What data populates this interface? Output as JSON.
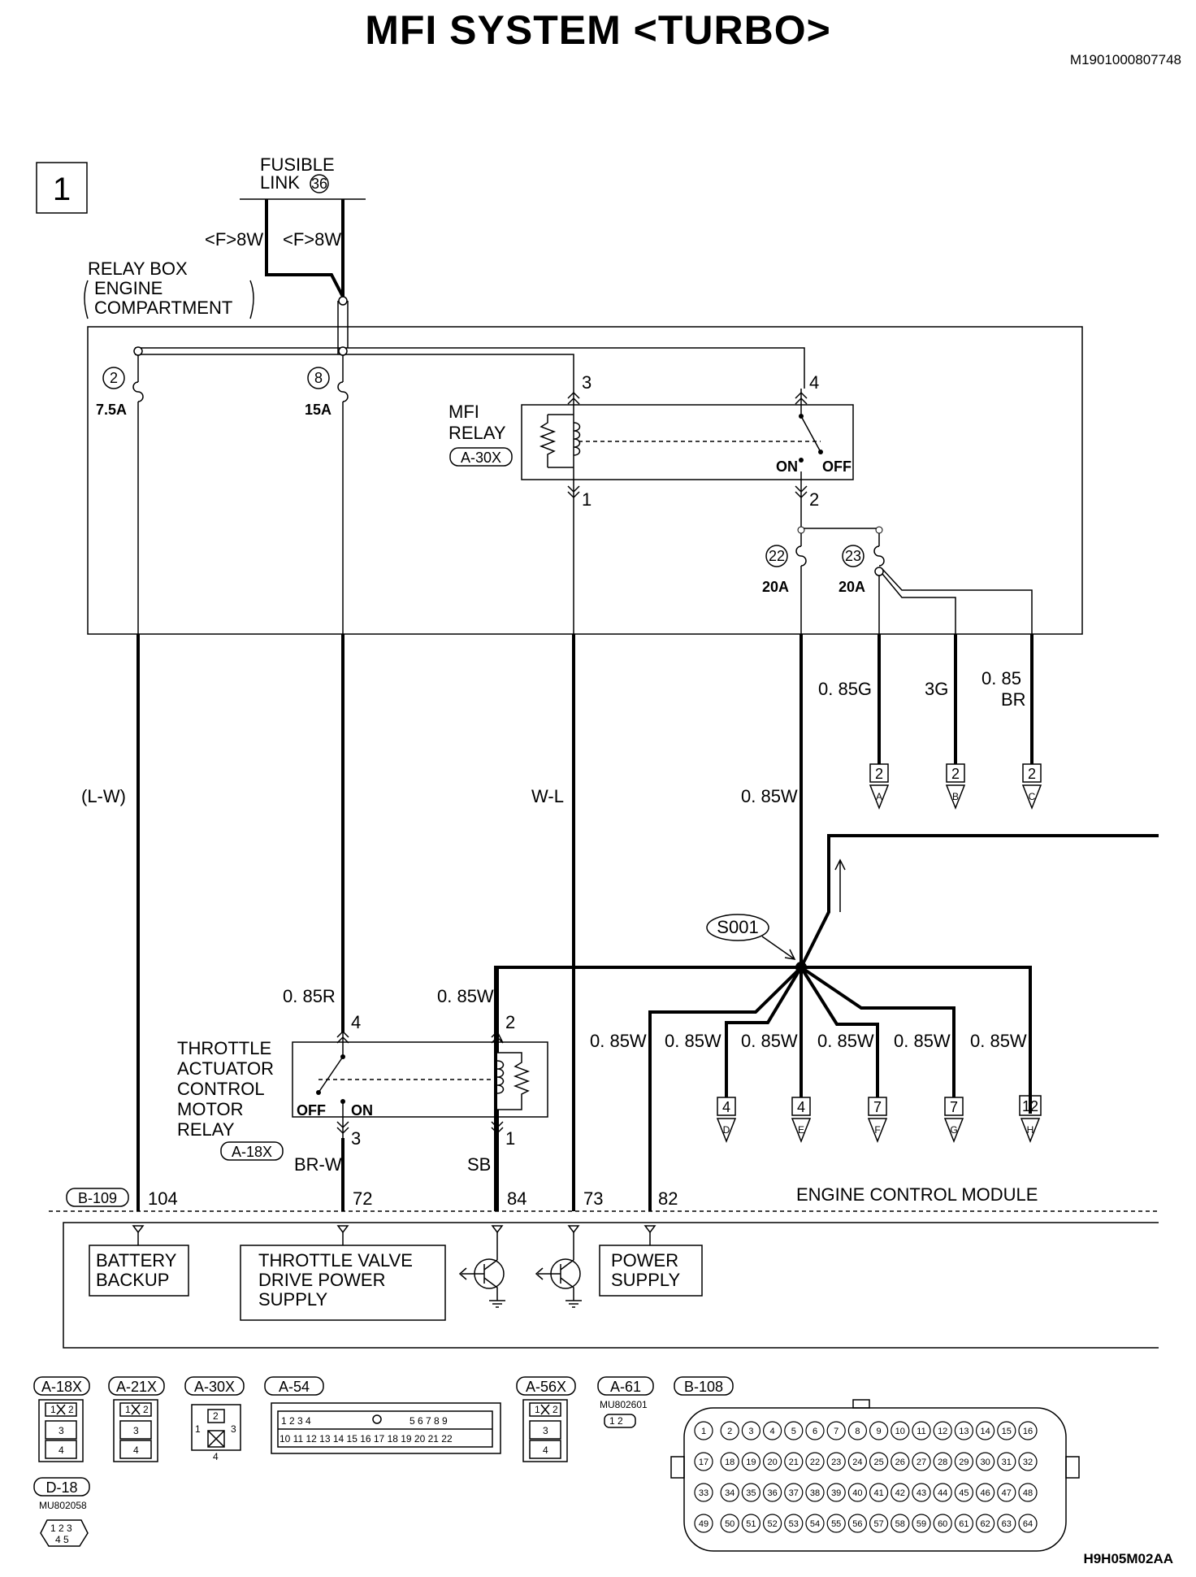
{
  "title": "MFI SYSTEM <TURBO>",
  "doc_id": "M1901000807748",
  "figure_id": "H9H05M02AA",
  "page_number": "1",
  "fusible_link": {
    "line1": "FUSIBLE",
    "line2": "LINK",
    "num": "36",
    "wire1": "<F>8W",
    "wire2": "<F>8W"
  },
  "relay_box": {
    "line1": "RELAY BOX",
    "line2": "ENGINE",
    "line3": "COMPARTMENT"
  },
  "fuses": [
    {
      "num": "2",
      "rating": "7.5A"
    },
    {
      "num": "8",
      "rating": "15A"
    },
    {
      "num": "22",
      "rating": "20A"
    },
    {
      "num": "23",
      "rating": "20A"
    }
  ],
  "mfi_relay": {
    "line1": "MFI",
    "line2": "RELAY",
    "conn": "A-30X",
    "pins": [
      "3",
      "4",
      "1",
      "2"
    ],
    "on": "ON",
    "off": "OFF"
  },
  "tac_relay": {
    "lines": [
      "THROTTLE",
      "ACTUATOR",
      "CONTROL",
      "MOTOR",
      "RELAY"
    ],
    "conn": "A-18X",
    "pins": [
      "4",
      "2",
      "3",
      "1"
    ],
    "on": "ON",
    "off": "OFF"
  },
  "wires": {
    "lw": "(L-W)",
    "wl": "W-L",
    "w085_main": "0. 85W",
    "g085": "0. 85G",
    "g3": "3G",
    "br085_a": "0. 85",
    "br085_b": "BR",
    "r085": "0. 85R",
    "w085_relay": "0. 85W",
    "brw": "BR-W",
    "sb": "SB",
    "w085_list": [
      "0. 85W",
      "0. 85W",
      "0. 85W",
      "0. 85W",
      "0. 85W",
      "0. 85W"
    ]
  },
  "splice": "S001",
  "offpage_upper": [
    {
      "num": "2",
      "letter": "A"
    },
    {
      "num": "2",
      "letter": "B"
    },
    {
      "num": "2",
      "letter": "C"
    }
  ],
  "offpage_lower": [
    {
      "num": "4",
      "letter": "D"
    },
    {
      "num": "4",
      "letter": "E"
    },
    {
      "num": "7",
      "letter": "F"
    },
    {
      "num": "7",
      "letter": "G"
    },
    {
      "num": "12",
      "letter": "H"
    }
  ],
  "ecm": {
    "conn": "B-109",
    "label": "ENGINE CONTROL MODULE",
    "pins": [
      "104",
      "72",
      "84",
      "73",
      "82"
    ],
    "battery_backup": [
      "BATTERY",
      "BACKUP"
    ],
    "throttle_supply": [
      "THROTTLE VALVE",
      "DRIVE POWER",
      "SUPPLY"
    ],
    "power_supply": [
      "POWER",
      "SUPPLY"
    ]
  },
  "connectors": {
    "a18x": "A-18X",
    "a21x": "A-21X",
    "a30x": "A-30X",
    "a54": "A-54",
    "a56x": "A-56X",
    "a61": "A-61",
    "a61_part": "MU802601",
    "b108": "B-108",
    "d18": "D-18",
    "d18_part": "MU802058"
  },
  "icons": {
    "splice": "splice-node-icon",
    "transistor": "transistor-icon",
    "relay_coil": "relay-coil-icon"
  }
}
